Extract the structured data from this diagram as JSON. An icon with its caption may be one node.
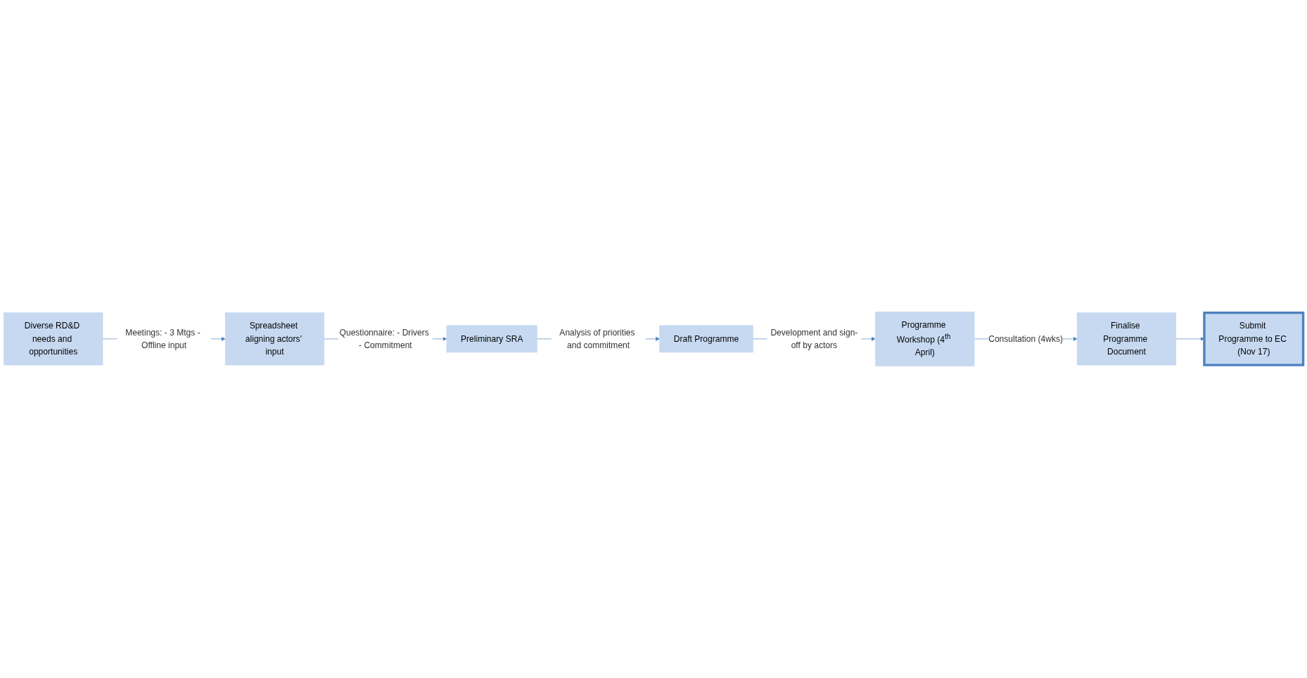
{
  "diagram": {
    "nodes": [
      {
        "text": [
          "Diverse RD&D needs and opportunities"
        ]
      },
      {
        "text": [
          "Spreadsheet aligning actors’ input"
        ]
      },
      {
        "text": [
          "Preliminary SRA"
        ]
      },
      {
        "text": [
          "Draft Programme"
        ]
      },
      {
        "text": [
          "Programme Workshop (4$^{th}$ April)"
        ]
      },
      {
        "text": [
          "Finalise Programme Document"
        ]
      },
      {
        "text": [
          "Submit Programme to EC (Nov 17)"
        ]
      }
    ],
    "edges": [
      {
        "from": 0,
        "to": 1,
        "arrow": "to",
        "label": "Meetings: - 3 Mtgs - Offline input"
      },
      {
        "from": 1,
        "to": 2,
        "arrow": "to",
        "label": "Questionnaire: - Drivers - Commitment"
      },
      {
        "from": 2,
        "to": 3,
        "arrow": "to",
        "label": "Analysis of priorities and commitment"
      },
      {
        "from": 3,
        "to": 4,
        "arrow": "to",
        "label": "Development and sign-off by actors"
      },
      {
        "from": 4,
        "to": 5,
        "arrow": "to",
        "label": "Consultation (4wks)"
      },
      {
        "from": 5,
        "to": 6,
        "arrow": "to"
      }
    ]
  }
}
